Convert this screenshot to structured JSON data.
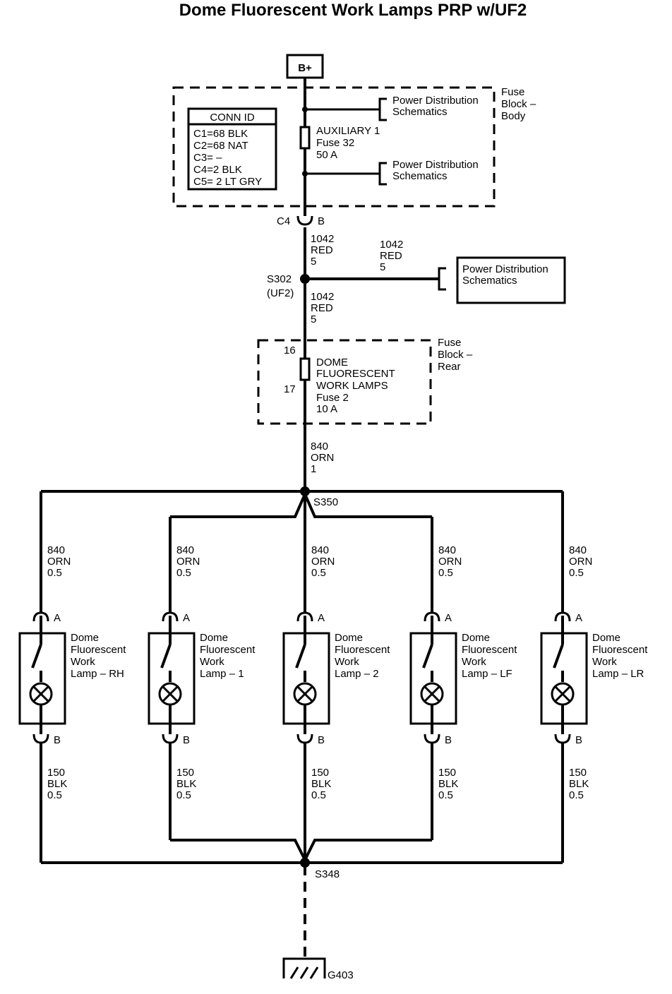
{
  "title": "Dome Fluorescent Work Lamps PRP w/UF2",
  "battery": "B+",
  "fuse_block_body": {
    "label": [
      "Fuse",
      "Block –",
      "Body"
    ],
    "fuse": [
      "AUXILIARY 1",
      "Fuse 32",
      "50 A"
    ],
    "power_dist_top": [
      "Power Distribution",
      "Schematics"
    ],
    "power_dist_bottom": [
      "Power Distribution",
      "Schematics"
    ],
    "conn_id": {
      "header": "CONN ID",
      "rows": [
        "C1=68 BLK",
        "C2=68 NAT",
        "C3= –",
        "C4=2 BLK",
        "C5= 2 LT GRY"
      ]
    }
  },
  "connector_c4": {
    "conn": "C4",
    "pin": "B"
  },
  "wire_1042_upper": [
    "1042",
    "RED",
    "5"
  ],
  "wire_1042_branch": [
    "1042",
    "RED",
    "5"
  ],
  "wire_1042_lower": [
    "1042",
    "RED",
    "5"
  ],
  "splice_s302": [
    "S302",
    "(UF2)"
  ],
  "power_dist_s302": [
    "Power Distribution",
    "Schematics"
  ],
  "fuse_block_rear": {
    "label": [
      "Fuse",
      "Block –",
      "Rear"
    ],
    "pin_in": "16",
    "pin_out": "17",
    "fuse": [
      "DOME",
      "FLUORESCENT",
      "WORK LAMPS",
      "Fuse 2",
      "10 A"
    ]
  },
  "wire_840_main": [
    "840",
    "ORN",
    "1"
  ],
  "splice_s350": "S350",
  "splice_s348": "S348",
  "ground": "G403",
  "lamps": [
    {
      "name": [
        "Dome",
        "Fluorescent",
        "Work",
        "Lamp – RH"
      ],
      "pin_a": "A",
      "pin_b": "B",
      "wire_top": [
        "840",
        "ORN",
        "0.5"
      ],
      "wire_bottom": [
        "150",
        "BLK",
        "0.5"
      ]
    },
    {
      "name": [
        "Dome",
        "Fluorescent",
        "Work",
        "Lamp – 1"
      ],
      "pin_a": "A",
      "pin_b": "B",
      "wire_top": [
        "840",
        "ORN",
        "0.5"
      ],
      "wire_bottom": [
        "150",
        "BLK",
        "0.5"
      ]
    },
    {
      "name": [
        "Dome",
        "Fluorescent",
        "Work",
        "Lamp – 2"
      ],
      "pin_a": "A",
      "pin_b": "B",
      "wire_top": [
        "840",
        "ORN",
        "0.5"
      ],
      "wire_bottom": [
        "150",
        "BLK",
        "0.5"
      ]
    },
    {
      "name": [
        "Dome",
        "Fluorescent",
        "Work",
        "Lamp – LF"
      ],
      "pin_a": "A",
      "pin_b": "B",
      "wire_top": [
        "840",
        "ORN",
        "0.5"
      ],
      "wire_bottom": [
        "150",
        "BLK",
        "0.5"
      ]
    },
    {
      "name": [
        "Dome",
        "Fluorescent",
        "Work",
        "Lamp – LR"
      ],
      "pin_a": "A",
      "pin_b": "B",
      "wire_top": [
        "840",
        "ORN",
        "0.5"
      ],
      "wire_bottom": [
        "150",
        "BLK",
        "0.5"
      ]
    }
  ]
}
